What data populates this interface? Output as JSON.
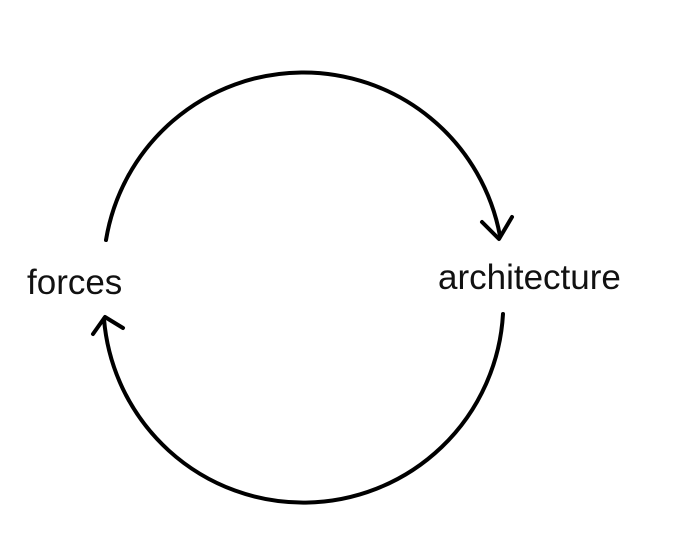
{
  "diagram": {
    "nodes": [
      {
        "id": "forces",
        "label": "forces"
      },
      {
        "id": "architecture",
        "label": "architecture"
      }
    ],
    "edges": [
      {
        "from": "forces",
        "to": "architecture",
        "style": "curved-arrow"
      },
      {
        "from": "architecture",
        "to": "forces",
        "style": "curved-arrow"
      }
    ],
    "colors": {
      "stroke": "#000000",
      "text": "#111111",
      "background": "#ffffff"
    }
  }
}
